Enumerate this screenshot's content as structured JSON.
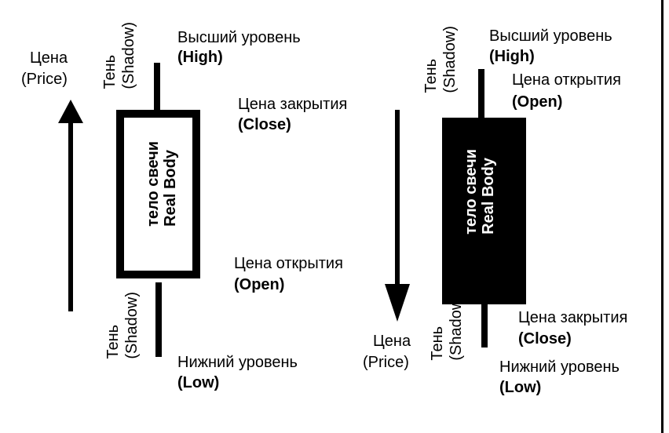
{
  "colors": {
    "ink": "#000000",
    "paper": "#ffffff"
  },
  "bullish": {
    "axis_label": "Цена",
    "axis_label_en": "(Price)",
    "shadow_top_ru": "Тень",
    "shadow_top_en": "(Shadow)",
    "shadow_bottom_ru": "Тень",
    "shadow_bottom_en": "(Shadow)",
    "high_ru": "Высший уровень",
    "high_en": "(High)",
    "close_ru": "Цена закрытия",
    "close_en": "(Close)",
    "open_ru": "Цена открытия",
    "open_en": "(Open)",
    "low_ru": "Нижний уровень",
    "low_en": "(Low)",
    "body_ru": "тело свечи",
    "body_en": "Real Body"
  },
  "bearish": {
    "axis_label": "Цена",
    "axis_label_en": "(Price)",
    "shadow_top_ru": "Тень",
    "shadow_top_en": "(Shadow)",
    "shadow_bottom_ru": "Тень",
    "shadow_bottom_en": "(Shadow)",
    "high_ru": "Высший уровень",
    "high_en": "(High)",
    "open_ru": "Цена открытия",
    "open_en": "(Open)",
    "close_ru": "Цена закрытия",
    "close_en": "(Close)",
    "low_ru": "Нижний уровень",
    "low_en": "(Low)",
    "body_ru": "тело свечи",
    "body_en": "Real Body"
  }
}
